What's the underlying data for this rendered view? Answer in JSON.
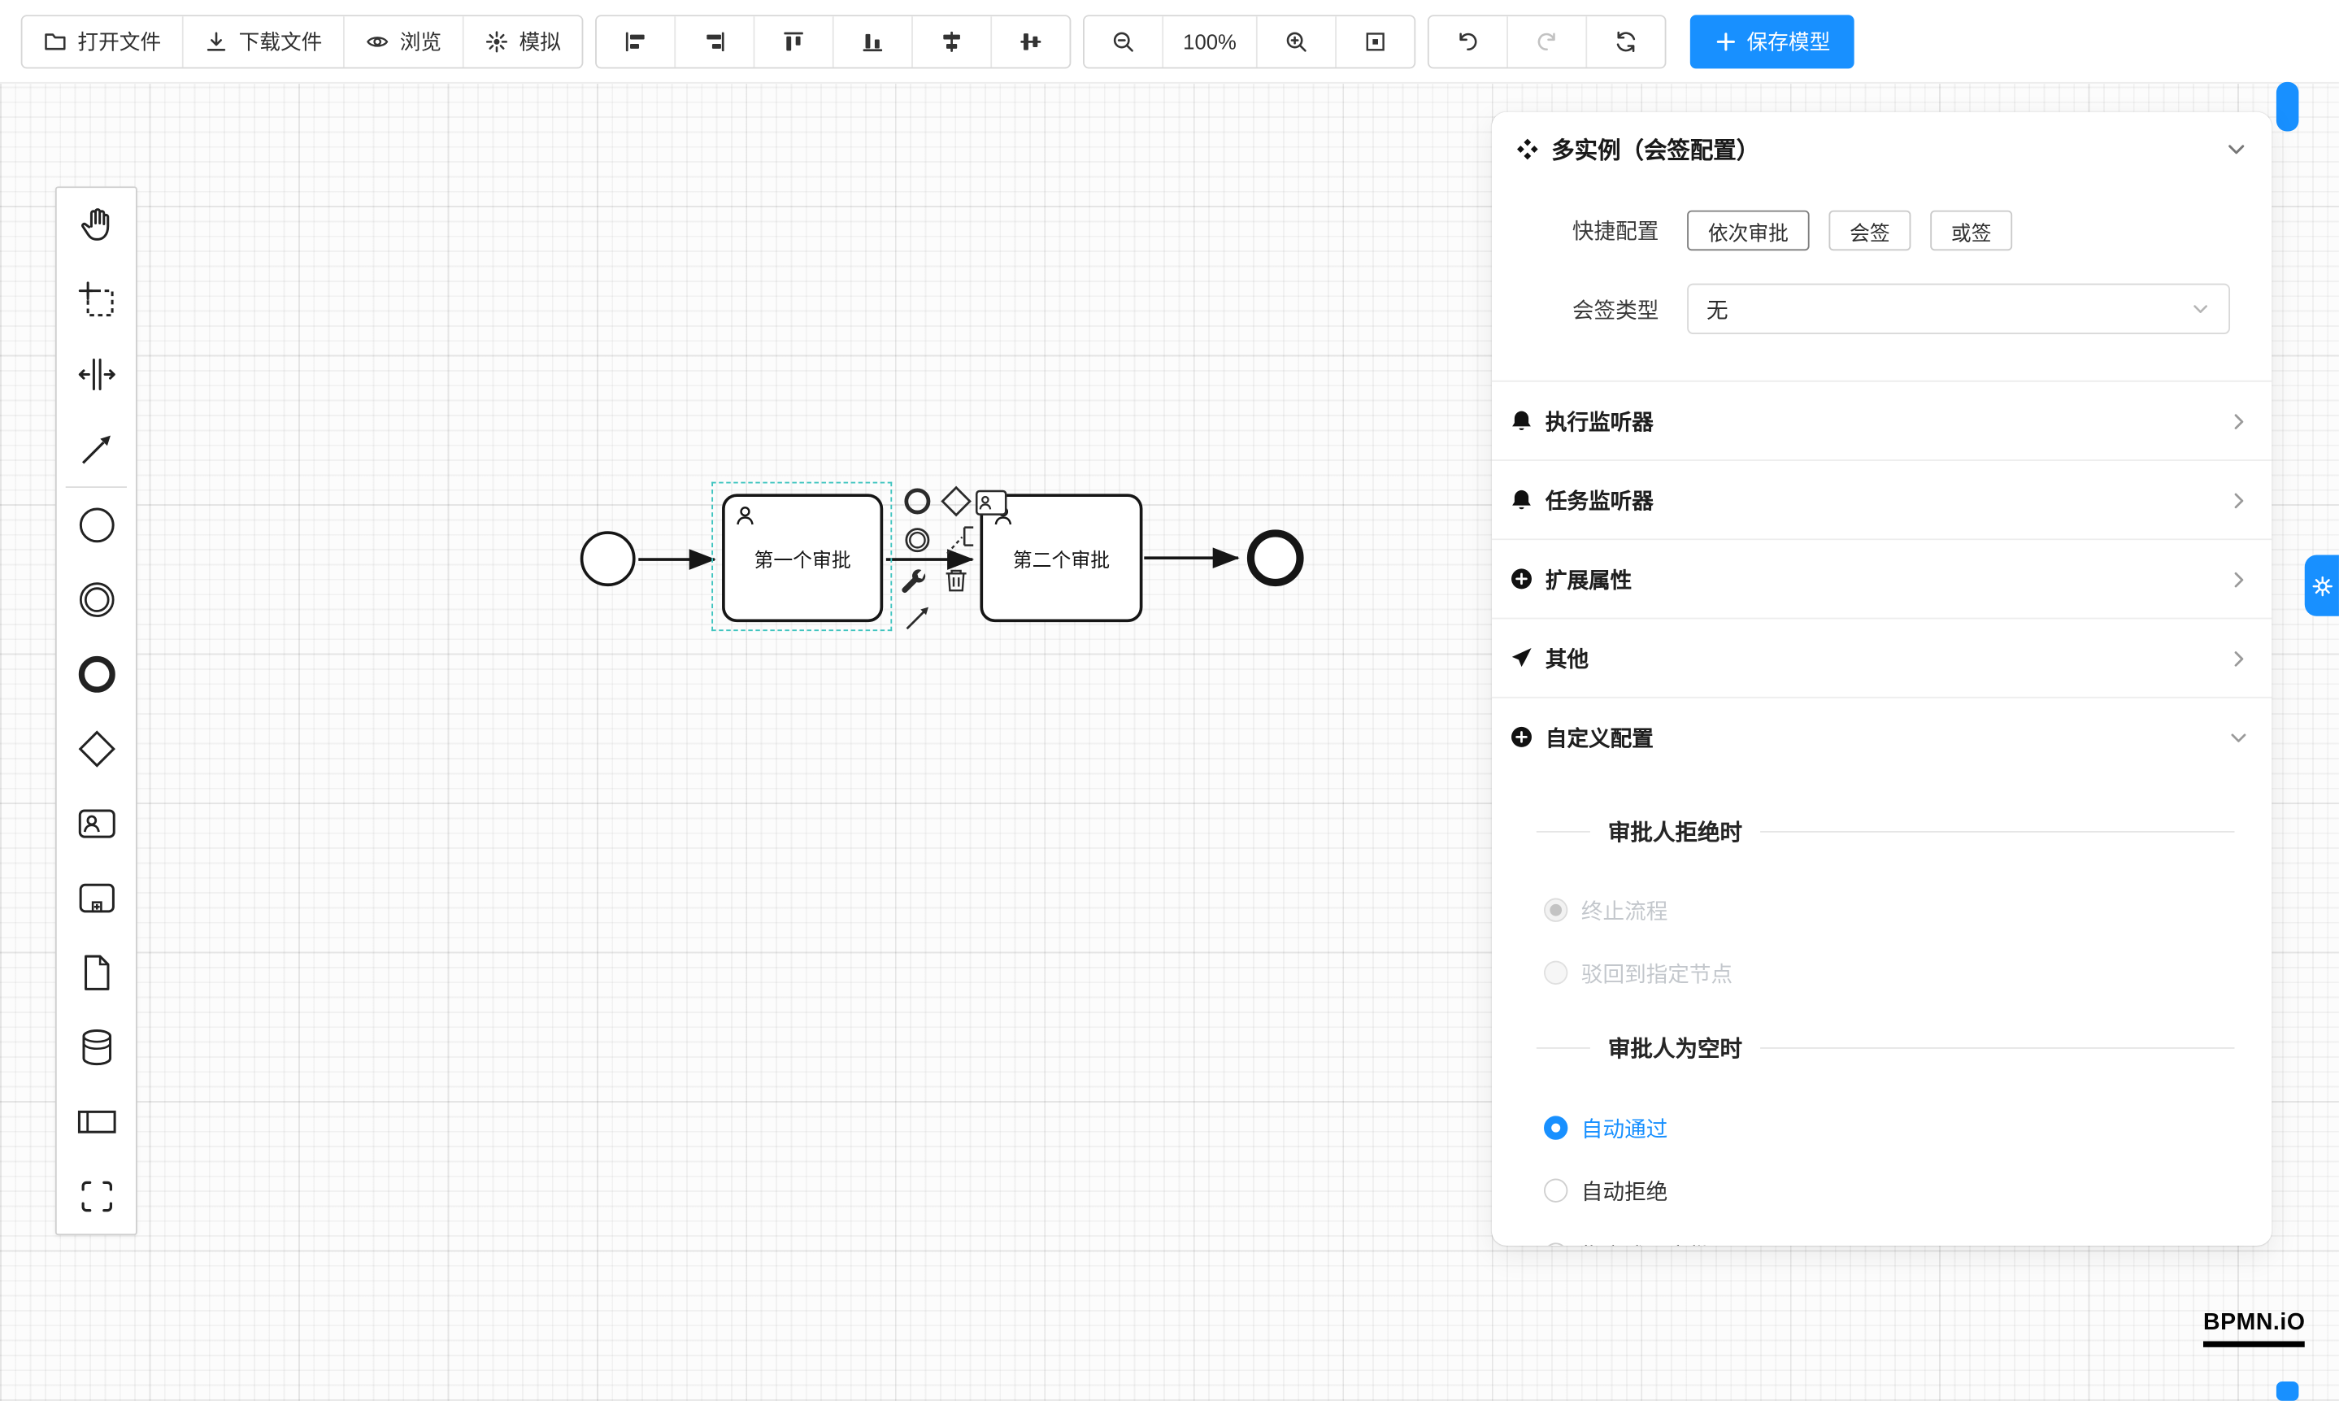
{
  "toolbar": {
    "open_file": "打开文件",
    "download_file": "下载文件",
    "preview": "浏览",
    "simulate": "模拟",
    "zoom_level": "100%",
    "save_model": "保存模型"
  },
  "palette": {
    "items": [
      "hand",
      "lasso",
      "space",
      "global-connect",
      "start-event",
      "intermediate-event",
      "end-event",
      "gateway",
      "user-task",
      "subprocess",
      "document",
      "datastore",
      "participant",
      "group"
    ]
  },
  "canvas": {
    "task1_label": "第一个审批",
    "task2_label": "第二个审批"
  },
  "panel": {
    "title": "多实例（会签配置）",
    "quick_config_label": "快捷配置",
    "quick_buttons": [
      "依次审批",
      "会签",
      "或签"
    ],
    "sign_type_label": "会签类型",
    "sign_type_value": "无",
    "sections": [
      {
        "label": "执行监听器",
        "icon": "bell-icon"
      },
      {
        "label": "任务监听器",
        "icon": "bell-icon"
      },
      {
        "label": "扩展属性",
        "icon": "plus-circle-icon"
      },
      {
        "label": "其他",
        "icon": "send-icon"
      },
      {
        "label": "自定义配置",
        "icon": "plus-circle-icon"
      }
    ],
    "approver_reject": {
      "title": "审批人拒绝时",
      "options": [
        {
          "label": "终止流程",
          "state": "checked-disabled"
        },
        {
          "label": "驳回到指定节点",
          "state": "disabled"
        }
      ]
    },
    "approver_empty": {
      "title": "审批人为空时",
      "options": [
        {
          "label": "自动通过",
          "state": "checked"
        },
        {
          "label": "自动拒绝",
          "state": "normal"
        },
        {
          "label": "指定成员审批",
          "state": "normal"
        }
      ]
    }
  },
  "logo": {
    "text": "BPMN.iO"
  },
  "colors": {
    "accent": "#1890ff",
    "selection": "#3fc4bf",
    "stroke": "#161616"
  }
}
